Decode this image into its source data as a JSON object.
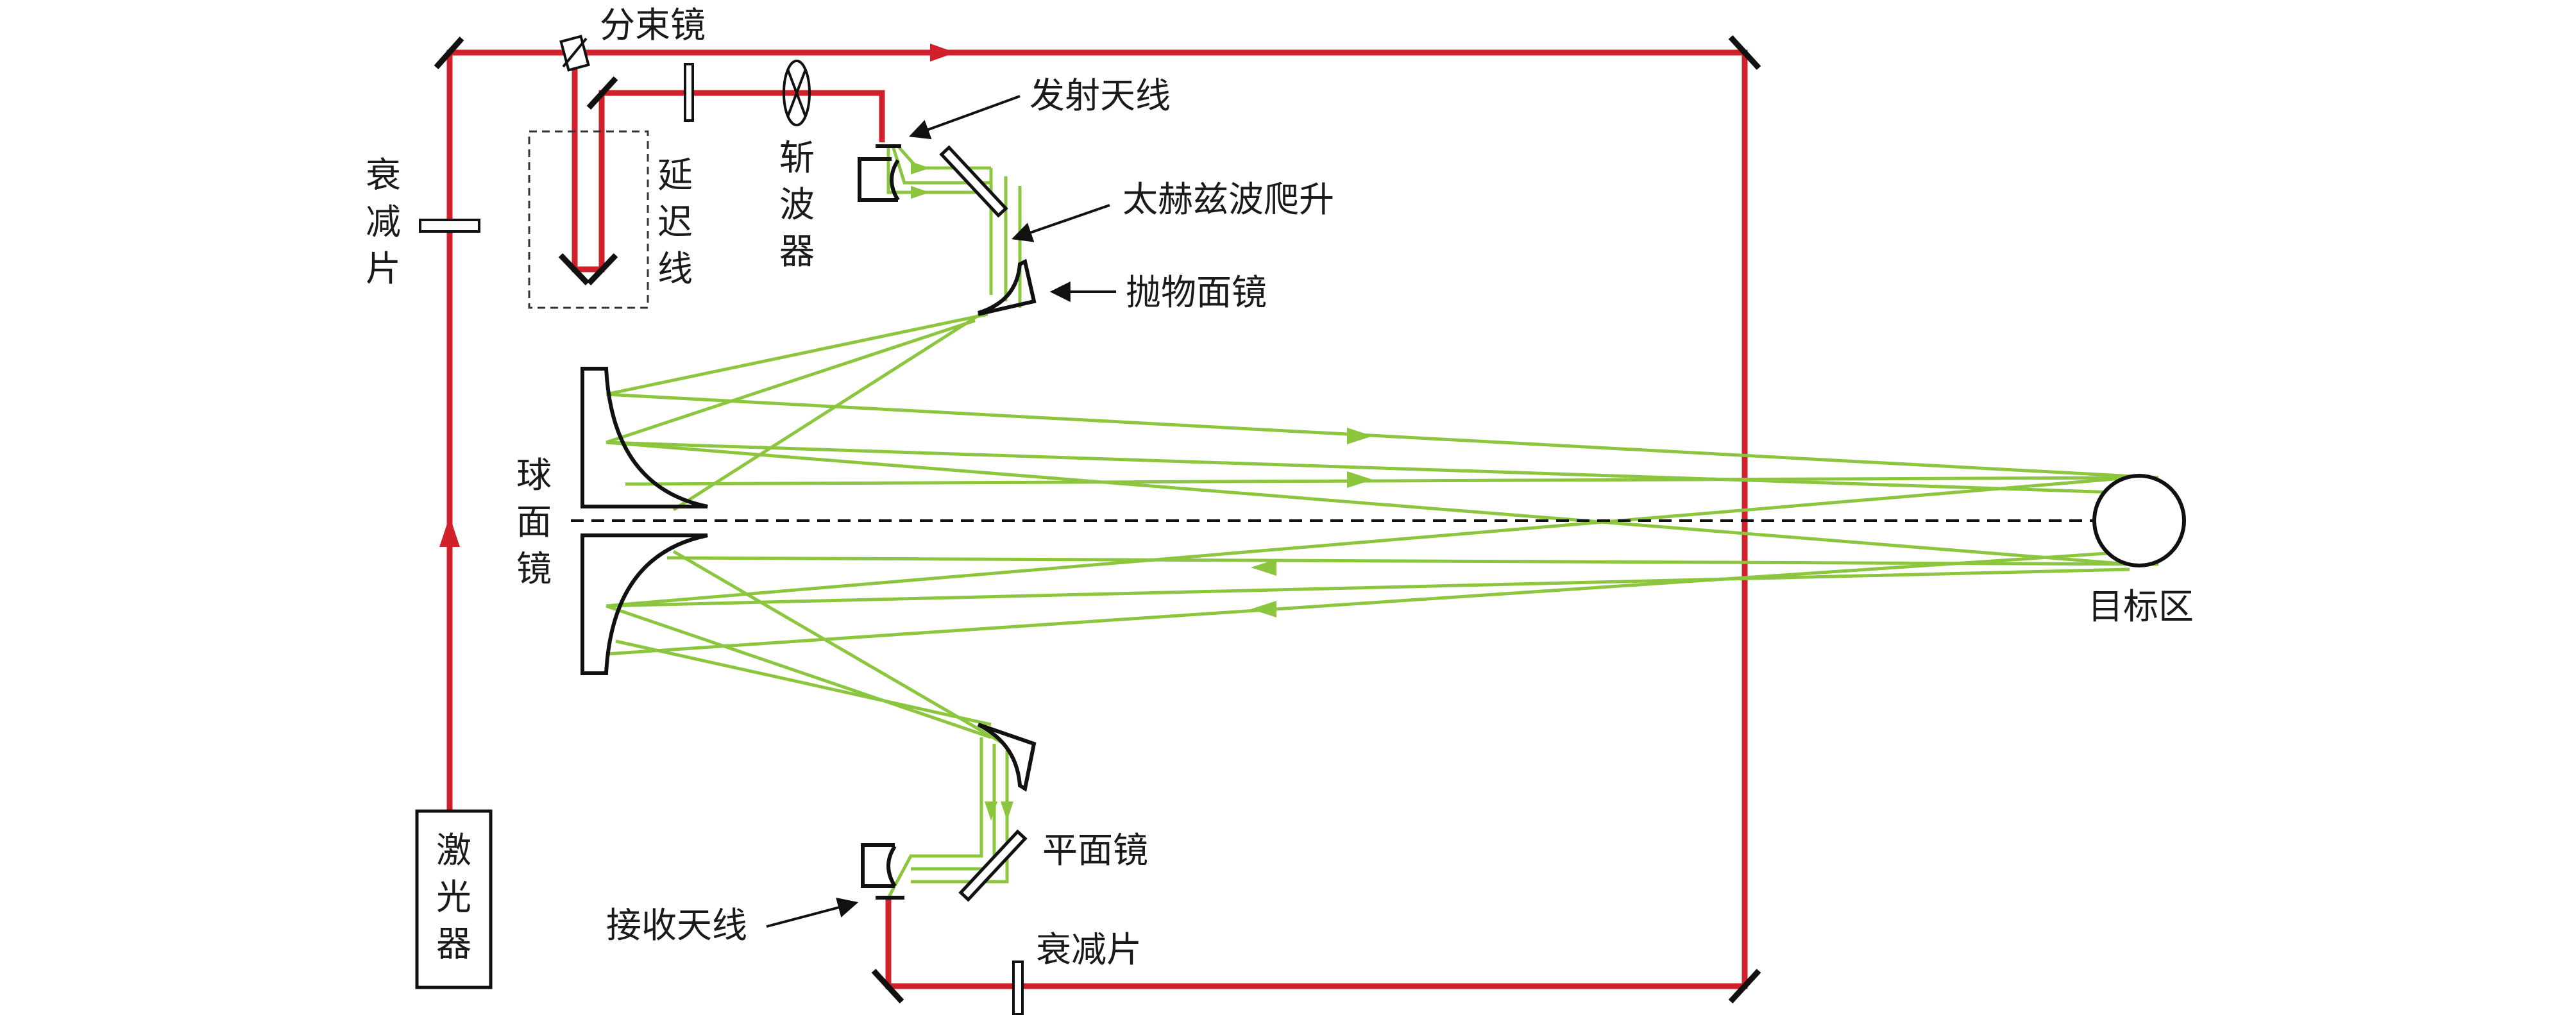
{
  "colors": {
    "laser_beam": "#d0202a",
    "thz_beam": "#8cc63f",
    "optics": "#111111",
    "background": "#ffffff"
  },
  "labels": {
    "beam_splitter": "分束镜",
    "delay_line": [
      "延",
      "迟",
      "线"
    ],
    "attenuator_left": [
      "衰",
      "减",
      "片"
    ],
    "chopper": [
      "斩",
      "波",
      "器"
    ],
    "emitter_antenna": "发射天线",
    "thz_climb": "太赫兹波爬升",
    "parabolic_mirror": "抛物面镜",
    "spherical_mirror": [
      "球",
      "面",
      "镜"
    ],
    "target_area": "目标区",
    "laser": [
      "激",
      "光",
      "器"
    ],
    "plane_mirror": "平面镜",
    "receiver_antenna": "接收天线",
    "attenuator_bottom": "衰减片"
  }
}
